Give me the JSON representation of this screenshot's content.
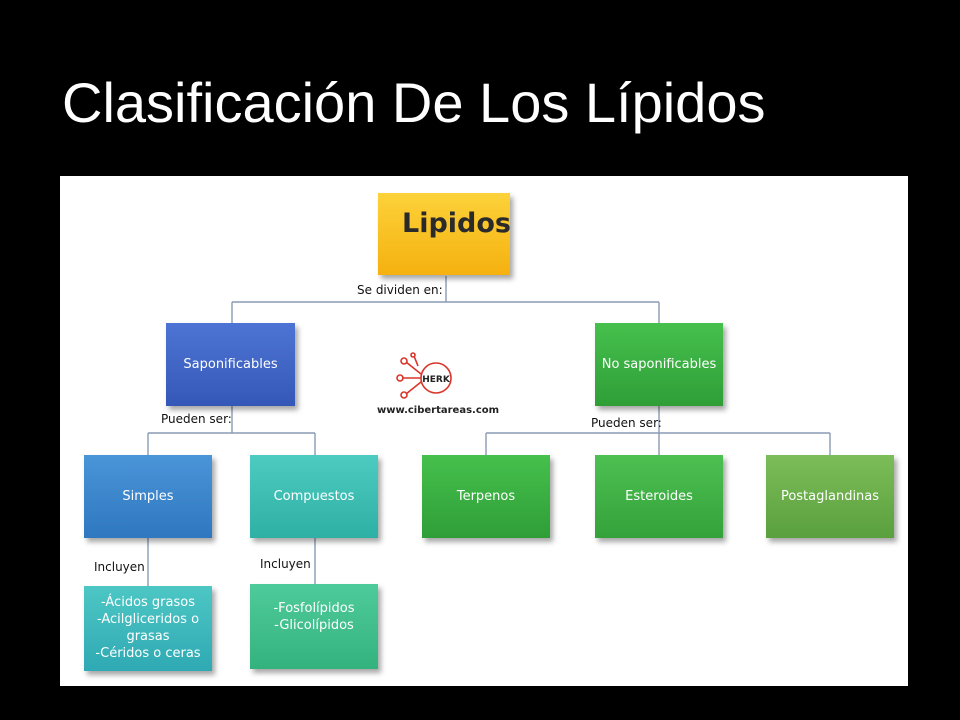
{
  "title": "Clasificación De Los Lípidos",
  "diagram": {
    "root": "Lipidos",
    "connector_root": "Se dividen en:",
    "saponificables": "Saponificables",
    "no_saponificables": "No saponificables",
    "connector_left": "Pueden ser:",
    "connector_right": "Pueden ser:",
    "simples": "Simples",
    "compuestos": "Compuestos",
    "terpenos": "Terpenos",
    "esteroides": "Esteroides",
    "postaglandinas": "Postaglandinas",
    "incluyen_1": "Incluyen",
    "incluyen_2": "Incluyen",
    "simples_items": [
      "-Ácidos grasos",
      "-Acilgliceridos o grasas",
      "-Céridos o ceras"
    ],
    "compuestos_items": [
      "-Fosfolípidos",
      "-Glicolípidos"
    ],
    "logo_mark": "HERK",
    "logo_url": "www.cibertareas.com"
  },
  "colors": {
    "root": "#f7b816",
    "blue": "#3f66c8",
    "teal": "#3dbfb4",
    "green": "#3cb043",
    "olive_green": "#6ab04c",
    "line": "#8a9bb5",
    "logo_red": "#d9352a"
  }
}
